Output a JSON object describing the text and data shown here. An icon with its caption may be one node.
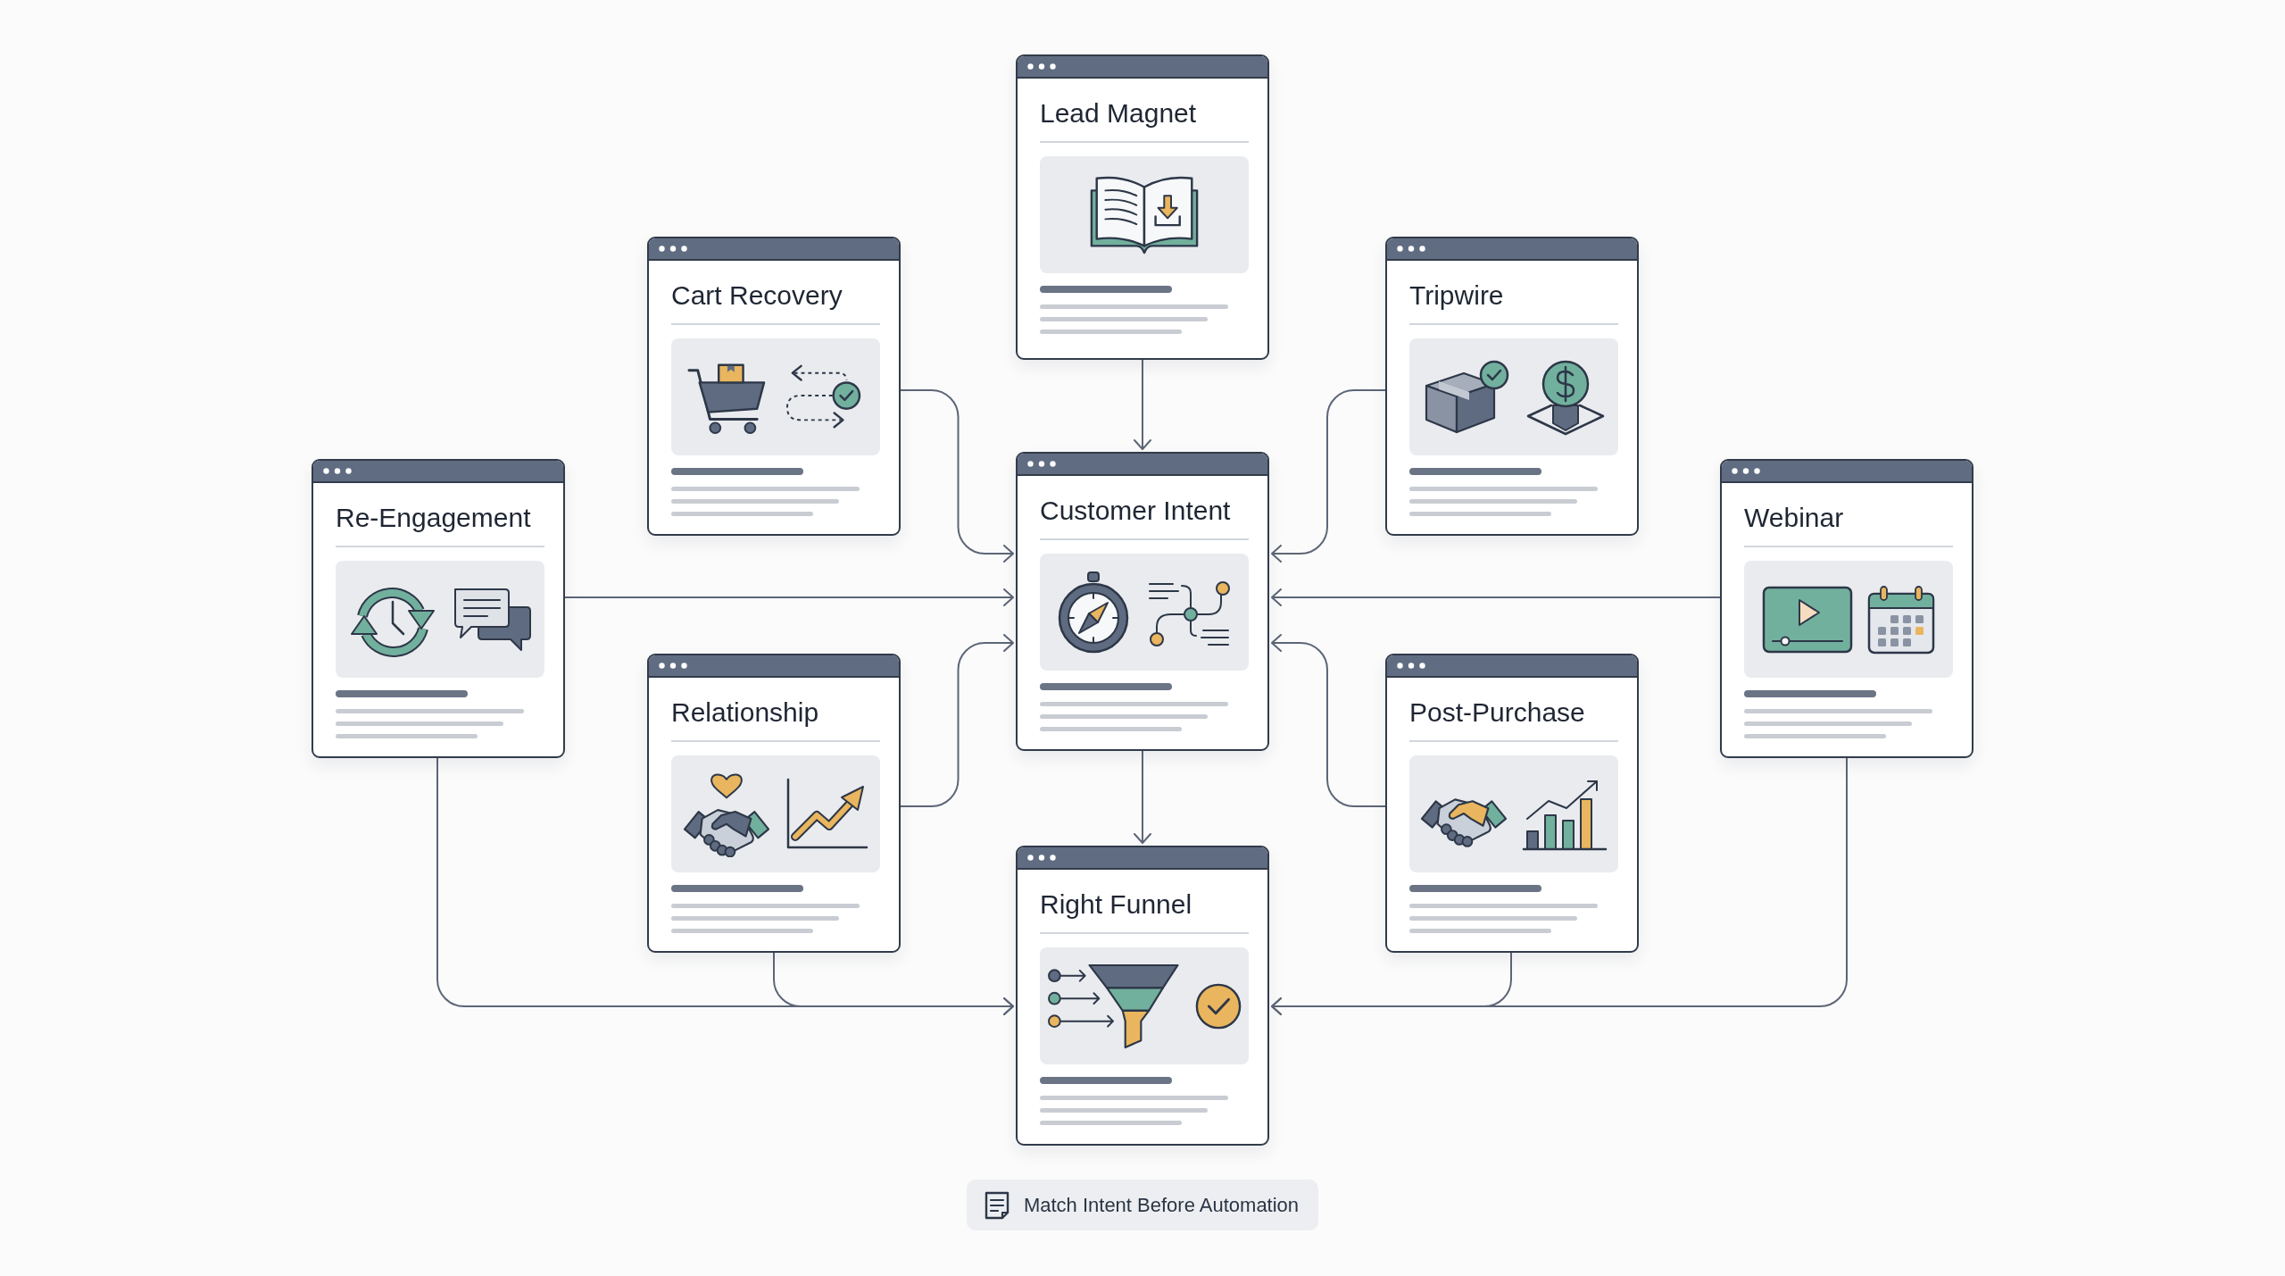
{
  "diagram": {
    "nodes": [
      {
        "text": [
          "Lead Magnet"
        ]
      },
      {
        "text": [
          "Cart Recovery"
        ]
      },
      {
        "text": [
          "Tripwire"
        ]
      },
      {
        "text": [
          "Re-Engagement"
        ]
      },
      {
        "text": [
          "Customer Intent"
        ]
      },
      {
        "text": [
          "Webinar"
        ]
      },
      {
        "text": [
          "Relationship"
        ]
      },
      {
        "text": [
          "Post-Purchase"
        ]
      },
      {
        "text": [
          "Right Funnel"
        ]
      },
      {
        "text": [
          "Match Intent Before Automation"
        ]
      }
    ],
    "edges": [
      {
        "from": 0,
        "to": 4,
        "arrow": "to"
      },
      {
        "from": 1,
        "to": 4,
        "arrow": "to"
      },
      {
        "from": 2,
        "to": 4,
        "arrow": "to"
      },
      {
        "from": 3,
        "to": 4,
        "arrow": "to"
      },
      {
        "from": 5,
        "to": 4,
        "arrow": "to"
      },
      {
        "from": 6,
        "to": 4,
        "arrow": "to"
      },
      {
        "from": 7,
        "to": 4,
        "arrow": "to"
      },
      {
        "from": 4,
        "to": 8,
        "arrow": "to"
      },
      {
        "from": 3,
        "to": 8,
        "arrow": "to"
      },
      {
        "from": 6,
        "to": 8,
        "arrow": "to"
      },
      {
        "from": 5,
        "to": 8,
        "arrow": "to"
      },
      {
        "from": 7,
        "to": 8,
        "arrow": "to"
      }
    ]
  }
}
